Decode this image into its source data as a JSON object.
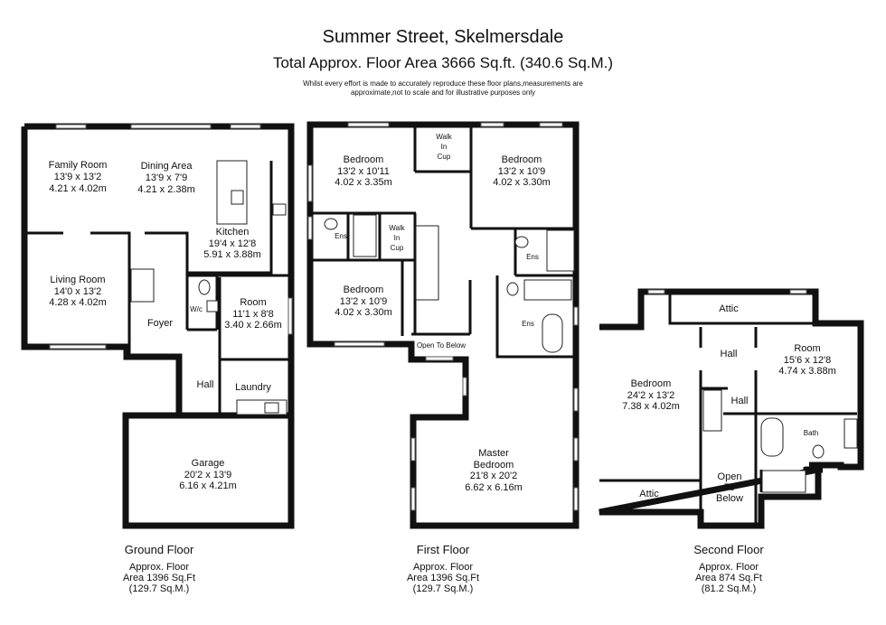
{
  "header": {
    "title": "Summer Street, Skelmersdale",
    "subtitle": "Total Approx. Floor Area 3666 Sq.ft. (340.6 Sq.M.)",
    "disclaimer_1": "Whilst every effort is made to accurately reproduce these floor plans,measurements are",
    "disclaimer_2": "approximate,not to scale and for illustrative purposes only"
  },
  "ground": {
    "family": [
      "Family Room",
      "13'9 x 13'2",
      "4.21 x 4.02m"
    ],
    "dining": [
      "Dining Area",
      "13'9 x 7'9",
      "4.21 x 2.38m"
    ],
    "kitchen": [
      "Kitchen",
      "19'4 x 12'8",
      "5.91 x 3.88m"
    ],
    "living": [
      "Living Room",
      "14'0 x 13'2",
      "4.28 x 4.02m"
    ],
    "room": [
      "Room",
      "11'1 x 8'8",
      "3.40 x 2.66m"
    ],
    "wc": "W/c",
    "foyer": "Foyer",
    "hall": "Hall",
    "laundry": "Laundry",
    "garage": [
      "Garage",
      "20'2 x 13'9",
      "6.16 x 4.21m"
    ],
    "footer": [
      "Ground Floor",
      "Approx. Floor",
      "Area 1396 Sq.Ft",
      "(129.7 Sq.M.)"
    ]
  },
  "first": {
    "bed1": [
      "Bedroom",
      "13'2 x 10'11",
      "4.02 x 3.35m"
    ],
    "walkin1": [
      "Walk",
      "In",
      "Cup"
    ],
    "bed2": [
      "Bedroom",
      "13'2 x 10'9",
      "4.02 x 3.30m"
    ],
    "ens1": "Ens",
    "walkin2": [
      "Walk",
      "In",
      "Cup"
    ],
    "ens2": "Ens",
    "bed3": [
      "Bedroom",
      "13'2 x 10'9",
      "4.02 x 3.30m"
    ],
    "ens3": "Ens",
    "open": "Open To Below",
    "master": [
      "Master",
      "Bedroom",
      "21'8 x 20'2",
      "6.62 x 6.16m"
    ],
    "footer": [
      "First Floor",
      "Approx. Floor",
      "Area 1396 Sq.Ft",
      "(129.7 Sq.M.)"
    ]
  },
  "second": {
    "attic1": "Attic",
    "hall1": "Hall",
    "room": [
      "Room",
      "15'6 x 12'8",
      "4.74 x 3.88m"
    ],
    "bedroom": [
      "Bedroom",
      "24'2 x 13'2",
      "7.38 x 4.02m"
    ],
    "hall2": "Hall",
    "bath": "Bath",
    "attic2": "Attic",
    "open": [
      "Open",
      "To",
      "Below"
    ],
    "footer": [
      "Second Floor",
      "Approx. Floor",
      "Area 874 Sq.Ft",
      "(81.2 Sq.M.)"
    ]
  }
}
